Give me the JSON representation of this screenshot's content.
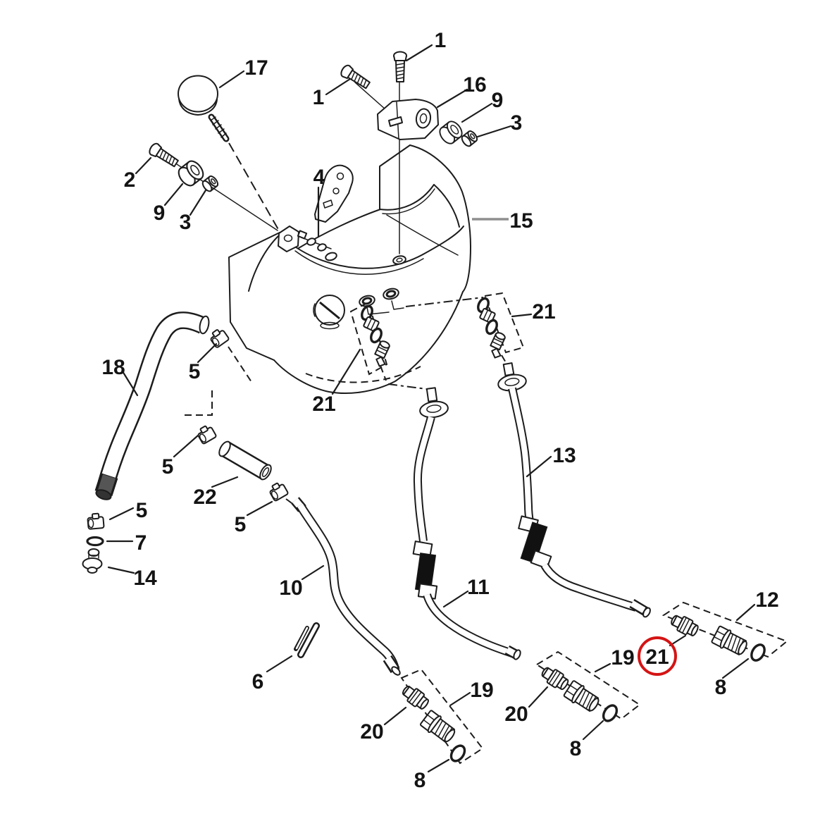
{
  "diagram": {
    "kind": "exploded parts diagram",
    "subject": "oil tank and oil line assembly",
    "background_color": "#ffffff",
    "line_color": "#1c1c1c",
    "highlight_color": "#d41414",
    "highlighted_part": "21"
  },
  "labels": [
    {
      "id": "1-top",
      "text": "1"
    },
    {
      "id": "1-left",
      "text": "1"
    },
    {
      "id": "16",
      "text": "16"
    },
    {
      "id": "9-top",
      "text": "9"
    },
    {
      "id": "3-top",
      "text": "3"
    },
    {
      "id": "17",
      "text": "17"
    },
    {
      "id": "2",
      "text": "2"
    },
    {
      "id": "9-left",
      "text": "9"
    },
    {
      "id": "3-left",
      "text": "3"
    },
    {
      "id": "4",
      "text": "4"
    },
    {
      "id": "15",
      "text": "15"
    },
    {
      "id": "21-right",
      "text": "21"
    },
    {
      "id": "21-bottom",
      "text": "21"
    },
    {
      "id": "18",
      "text": "18"
    },
    {
      "id": "5-a",
      "text": "5"
    },
    {
      "id": "5-b",
      "text": "5"
    },
    {
      "id": "22",
      "text": "22"
    },
    {
      "id": "5-c",
      "text": "5"
    },
    {
      "id": "5-d",
      "text": "5"
    },
    {
      "id": "7",
      "text": "7"
    },
    {
      "id": "14",
      "text": "14"
    },
    {
      "id": "10",
      "text": "10"
    },
    {
      "id": "6",
      "text": "6"
    },
    {
      "id": "11",
      "text": "11"
    },
    {
      "id": "13",
      "text": "13"
    },
    {
      "id": "19-a",
      "text": "19"
    },
    {
      "id": "20-a",
      "text": "20"
    },
    {
      "id": "8-a",
      "text": "8"
    },
    {
      "id": "19-b",
      "text": "19"
    },
    {
      "id": "20-b",
      "text": "20"
    },
    {
      "id": "8-b",
      "text": "8"
    },
    {
      "id": "12",
      "text": "12"
    },
    {
      "id": "21-circled",
      "text": "21",
      "highlighted": true
    },
    {
      "id": "8-c",
      "text": "8"
    }
  ]
}
